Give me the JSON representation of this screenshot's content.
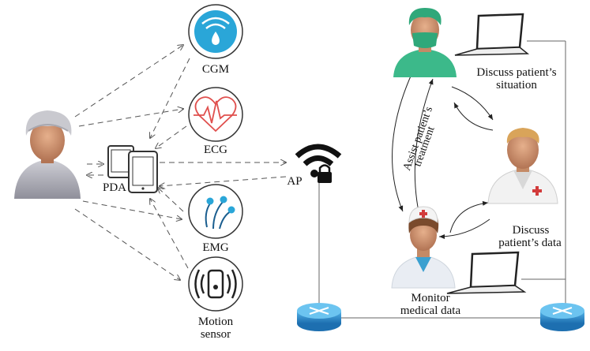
{
  "sensors": [
    {
      "label": "CGM"
    },
    {
      "label": "ECG"
    },
    {
      "label": "EMG"
    },
    {
      "label": "Motion",
      "label2": "sensor"
    }
  ],
  "pda": {
    "label": "PDA"
  },
  "ap": {
    "label": "AP"
  },
  "doctor_link": {
    "line1": "Discuss patient’s",
    "line2": "situation"
  },
  "data_link": {
    "line1": "Discuss",
    "line2": "patient’s data"
  },
  "nurse": {
    "line1": "Monitor",
    "line2": "medical data"
  },
  "assist": {
    "line1": "Assist patient’s",
    "line2": "treatment"
  },
  "colors": {
    "accent_blue": "#2aa6d8",
    "ecg_red": "#e0504e",
    "surgeon_green": "#3cb98a",
    "router_blue": "#2b87c2",
    "line": "#555555"
  }
}
